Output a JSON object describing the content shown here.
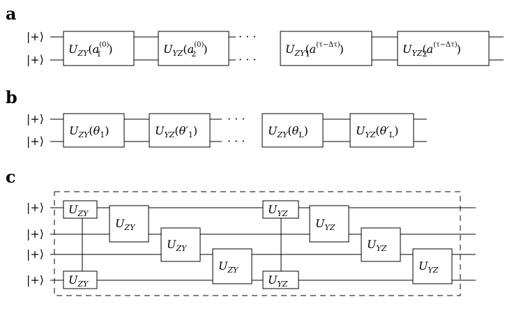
{
  "panels": {
    "a": {
      "letter": "a",
      "kets": [
        "|+⟩",
        "|+⟩"
      ],
      "gates": [
        {
          "op": "U",
          "sub": "ZY",
          "arg_main": "a",
          "arg_sub": "1",
          "arg_sup": "(0)"
        },
        {
          "op": "U",
          "sub": "YZ",
          "arg_main": "a",
          "arg_sub": "2",
          "arg_sup": "(0)"
        },
        {
          "op": "U",
          "sub": "ZY",
          "arg_main": "a",
          "arg_sub": "1",
          "arg_sup": "(τ−Δτ)"
        },
        {
          "op": "U",
          "sub": "YZ",
          "arg_main": "a",
          "arg_sub": "2",
          "arg_sup": "(τ−Δτ)"
        }
      ],
      "dots": "· · ·"
    },
    "b": {
      "letter": "b",
      "kets": [
        "|+⟩",
        "|+⟩"
      ],
      "gates": [
        {
          "op": "U",
          "sub": "ZY",
          "arg_main": "θ",
          "arg_sub": "1",
          "arg_sup": ""
        },
        {
          "op": "U",
          "sub": "YZ",
          "arg_main": "θ′",
          "arg_sub": "1",
          "arg_sup": ""
        },
        {
          "op": "U",
          "sub": "ZY",
          "arg_main": "θ",
          "arg_sub": "L",
          "arg_sup": ""
        },
        {
          "op": "U",
          "sub": "YZ",
          "arg_main": "θ′",
          "arg_sub": "L",
          "arg_sup": ""
        }
      ],
      "dots": "· · ·"
    },
    "c": {
      "letter": "c",
      "kets": [
        "|+⟩",
        "|+⟩",
        "|+⟩",
        "|+⟩"
      ],
      "gates": [
        {
          "op": "U",
          "sub": "ZY"
        },
        {
          "op": "U",
          "sub": "ZY"
        },
        {
          "op": "U",
          "sub": "ZY"
        },
        {
          "op": "U",
          "sub": "ZY"
        },
        {
          "op": "U",
          "sub": "ZY"
        },
        {
          "op": "U",
          "sub": "YZ"
        },
        {
          "op": "U",
          "sub": "YZ"
        },
        {
          "op": "U",
          "sub": "YZ"
        },
        {
          "op": "U",
          "sub": "YZ"
        },
        {
          "op": "U",
          "sub": "YZ"
        }
      ]
    }
  }
}
